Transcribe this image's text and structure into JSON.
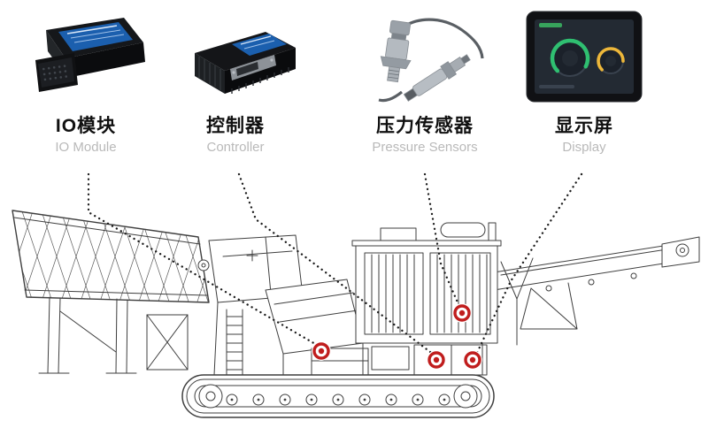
{
  "components": [
    {
      "id": "io-module",
      "zh": "IO模块",
      "en": "IO Module"
    },
    {
      "id": "controller",
      "zh": "控制器",
      "en": "Controller"
    },
    {
      "id": "pressure-sensors",
      "zh": "压力传感器",
      "en": "Pressure Sensors"
    },
    {
      "id": "display",
      "zh": "显示屏",
      "en": "Display"
    }
  ],
  "colors": {
    "marker_red": "#c01d1d",
    "label_zh": "#101010",
    "label_en": "#b9b9b9",
    "leader_line": "#1c1c1c",
    "machine_line": "#3f3f3f",
    "accent_blue": "#1b5fae",
    "gauge_green": "#2fbf71",
    "gauge_yellow": "#edb73a"
  }
}
